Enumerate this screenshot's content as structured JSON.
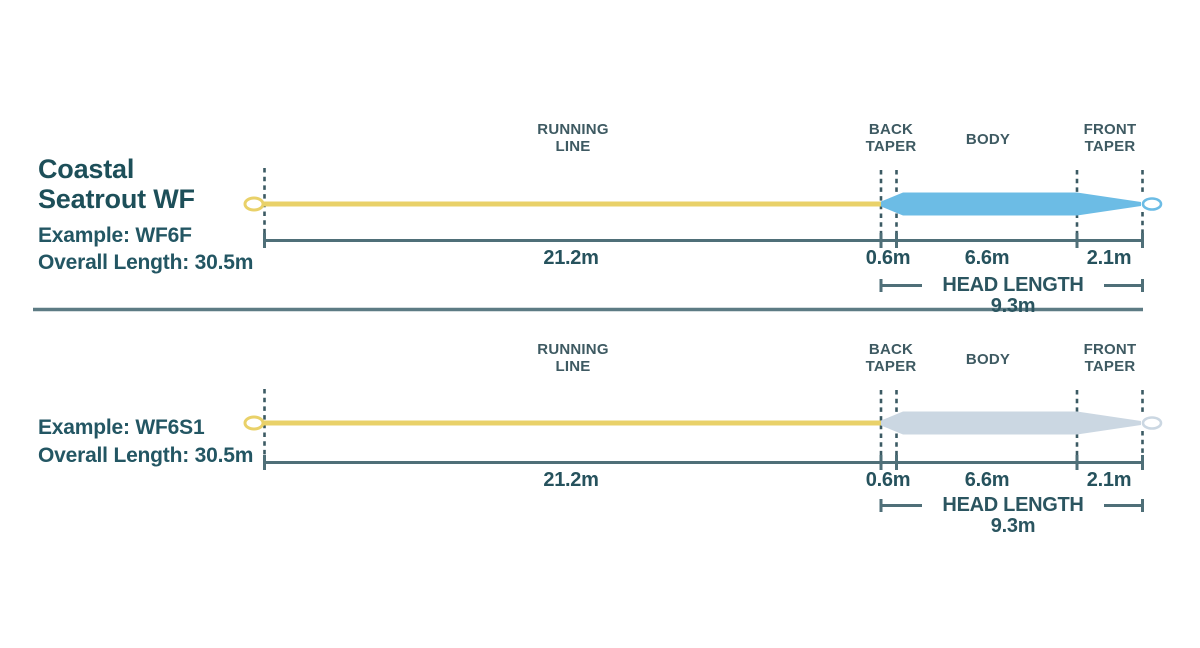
{
  "header": {
    "title_line1": "Coastal",
    "title_line2": "Seatrout WF"
  },
  "colors": {
    "running_line": "#e9d169",
    "body_floating": "#6cbce5",
    "body_sinking": "#cbd7e2",
    "heading_text": "#1d4f59",
    "label_text": "#3e5a62",
    "measure_line": "#4f6f78"
  },
  "diagrams": [
    {
      "example": "Example: WF6F",
      "overall_length": "Overall Length: 30.5m",
      "body_color": "#6cbce5",
      "labels": {
        "running_1": "RUNNING",
        "running_2": "LINE",
        "back_1": "BACK",
        "back_2": "TAPER",
        "body": "BODY",
        "front_1": "FRONT",
        "front_2": "TAPER"
      },
      "measurements": {
        "running": "21.2m",
        "back_taper": "0.6m",
        "body": "6.6m",
        "front_taper": "2.1m",
        "head_length": "HEAD LENGTH 9.3m"
      }
    },
    {
      "example": "Example: WF6S1",
      "overall_length": "Overall Length: 30.5m",
      "body_color": "#cbd7e2",
      "labels": {
        "running_1": "RUNNING",
        "running_2": "LINE",
        "back_1": "BACK",
        "back_2": "TAPER",
        "body": "BODY",
        "front_1": "FRONT",
        "front_2": "TAPER"
      },
      "measurements": {
        "running": "21.2m",
        "back_taper": "0.6m",
        "body": "6.6m",
        "front_taper": "2.1m",
        "head_length": "HEAD LENGTH 9.3m"
      }
    }
  ]
}
